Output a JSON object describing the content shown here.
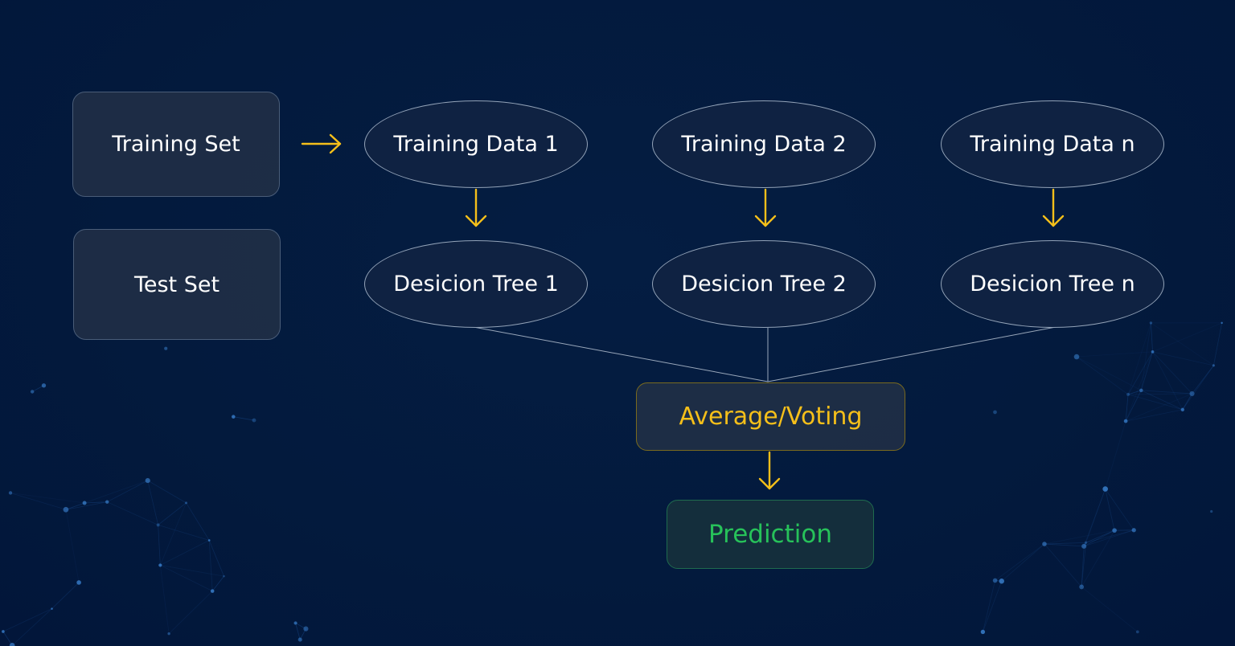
{
  "inputs": {
    "training_set": "Training Set",
    "test_set": "Test Set"
  },
  "training_data": [
    "Training Data 1",
    "Training Data 2",
    "Training Data n"
  ],
  "decision_trees": [
    "Desicion Tree 1",
    "Desicion Tree 2",
    "Desicion Tree n"
  ],
  "aggregation": "Average/Voting",
  "output": "Prediction",
  "colors": {
    "background": "#031a3d",
    "arrow": "#f5bf1a",
    "aggregation_text": "#f5bf1a",
    "prediction_text": "#27c25a",
    "connector": "#b4c0d0"
  }
}
